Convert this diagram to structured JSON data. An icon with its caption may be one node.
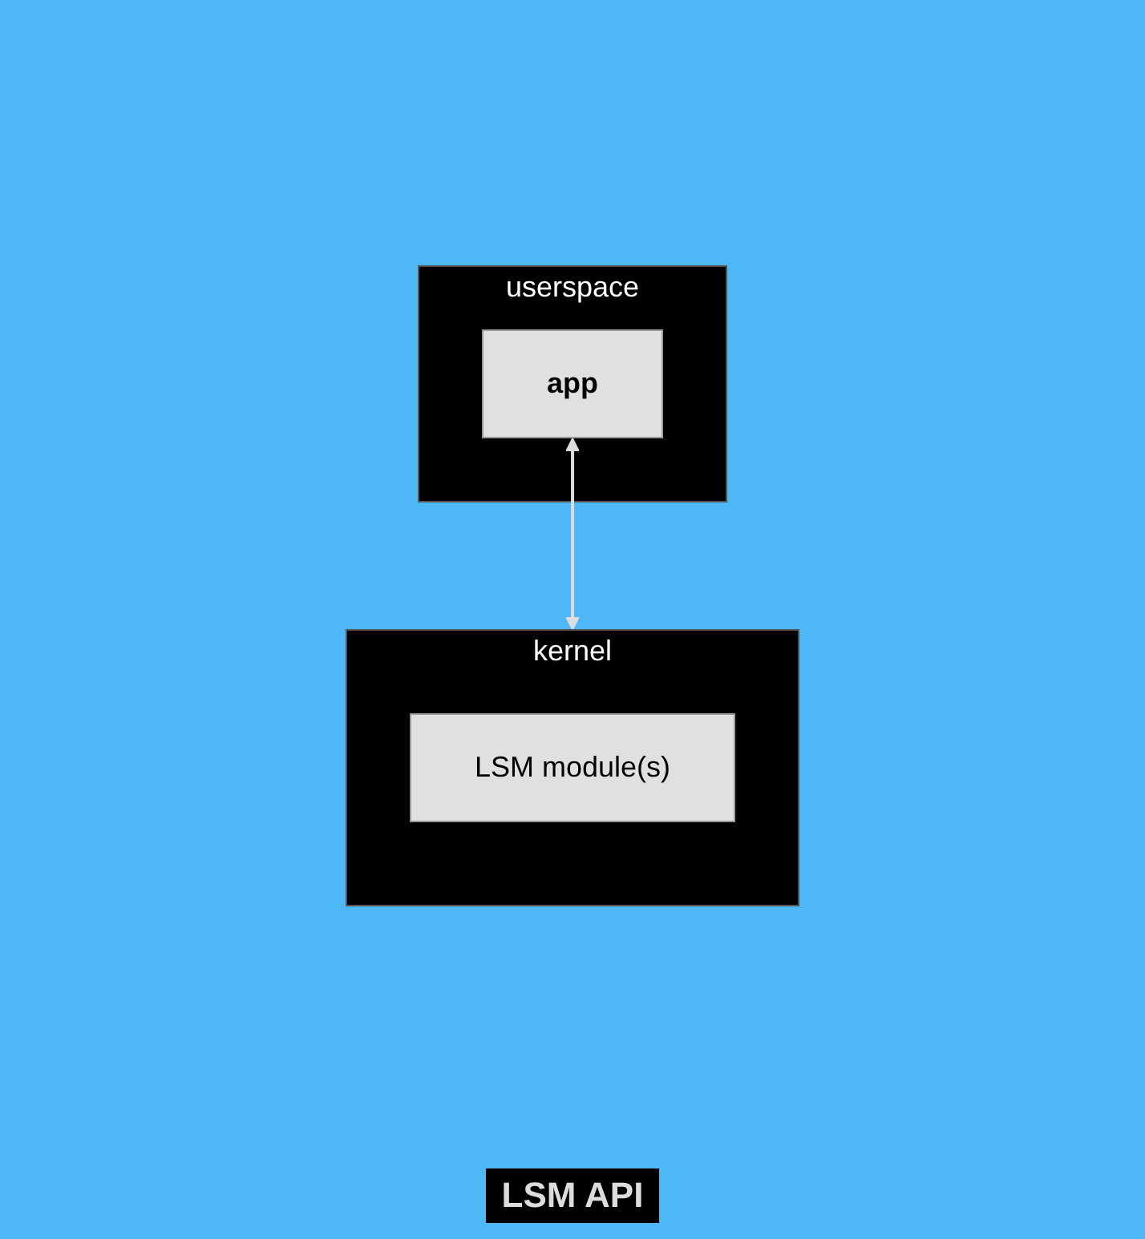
{
  "diagram": {
    "nodes": [
      {
        "text": [
          "userspace"
        ]
      },
      {
        "text": [
          "app"
        ],
        "in": 0
      },
      {
        "text": [
          "kernel"
        ]
      },
      {
        "text": [
          "LSM module(s)"
        ],
        "in": 2
      }
    ],
    "edges": [
      {
        "from": 1,
        "to": 2,
        "arrow": "both"
      }
    ],
    "labels": [
      "LSM API"
    ]
  }
}
